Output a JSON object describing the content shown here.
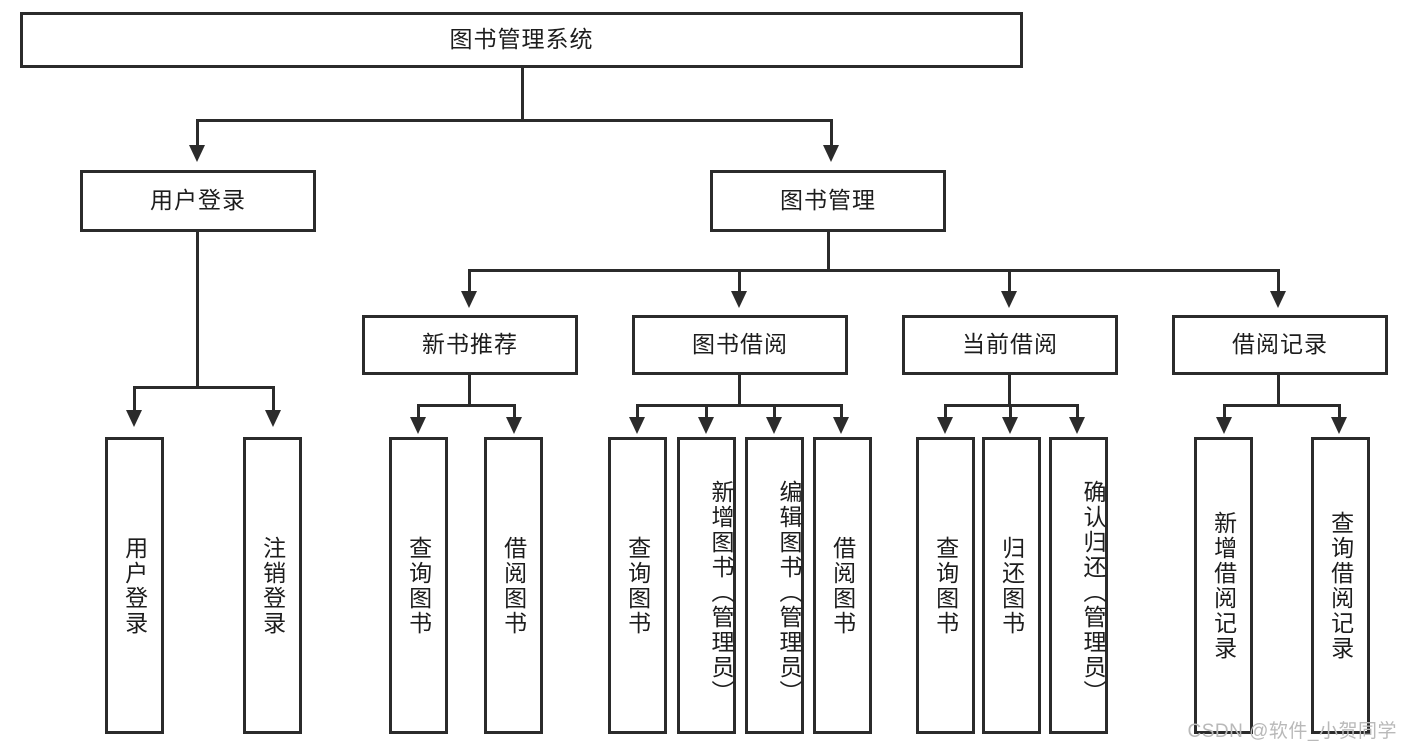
{
  "diagram": {
    "type": "tree-hierarchy",
    "title": "图书管理系统",
    "watermark": "CSDN @软件_小贺同学",
    "colors": {
      "stroke": "#2b2b2b",
      "fill": "#ffffff",
      "text": "#1d1d1d",
      "watermark": "#b9b9b9"
    },
    "levels": {
      "root": {
        "label": "图书管理系统"
      },
      "level2": [
        {
          "id": "user-login",
          "label": "用户登录"
        },
        {
          "id": "book-manage",
          "label": "图书管理"
        }
      ],
      "level3": [
        {
          "id": "new-book-rec",
          "label": "新书推荐",
          "parent": "book-manage"
        },
        {
          "id": "book-borrow",
          "label": "图书借阅",
          "parent": "book-manage"
        },
        {
          "id": "current-borrow",
          "label": "当前借阅",
          "parent": "book-manage"
        },
        {
          "id": "borrow-record",
          "label": "借阅记录",
          "parent": "book-manage"
        }
      ],
      "leaves": {
        "user-login": [
          {
            "id": "leaf-user-login",
            "label": "用户登录"
          },
          {
            "id": "leaf-user-logout",
            "label": "注销登录"
          }
        ],
        "new-book-rec": [
          {
            "id": "leaf-query-book-1",
            "label": "查询图书"
          },
          {
            "id": "leaf-borrow-book-1",
            "label": "借阅图书"
          }
        ],
        "book-borrow": [
          {
            "id": "leaf-query-book-2",
            "label": "查询图书"
          },
          {
            "id": "leaf-add-book",
            "label": "新增图书（管理员）"
          },
          {
            "id": "leaf-edit-book",
            "label": "编辑图书（管理员）"
          },
          {
            "id": "leaf-borrow-book-2",
            "label": "借阅图书"
          }
        ],
        "current-borrow": [
          {
            "id": "leaf-query-book-3",
            "label": "查询图书"
          },
          {
            "id": "leaf-return-book",
            "label": "归还图书"
          },
          {
            "id": "leaf-confirm-return",
            "label": "确认归还（管理员）"
          }
        ],
        "borrow-record": [
          {
            "id": "leaf-add-record",
            "label": "新增借阅记录"
          },
          {
            "id": "leaf-query-record",
            "label": "查询借阅记录"
          }
        ]
      }
    }
  }
}
